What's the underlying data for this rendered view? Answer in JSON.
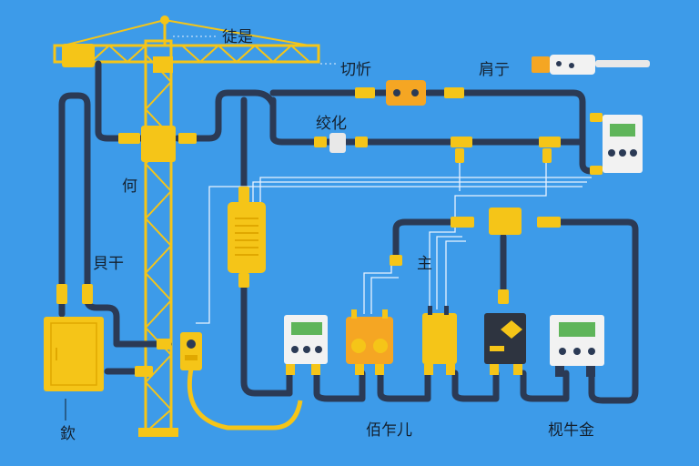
{
  "labels": {
    "top": "徒是",
    "upper_mid": "切忻",
    "upper_right": "肩亍",
    "mid": "绞化",
    "left_mid": "何",
    "left_low": "貝干",
    "center": "主",
    "bottom_left": "欽",
    "bottom_mid": "佰乍儿",
    "bottom_right": "枧牛金"
  },
  "colors": {
    "background": "#3d9be9",
    "crane": "#f5c518",
    "pipe": "#2b3a55",
    "connector": "#f5c518",
    "panel_white": "#f2f2f2",
    "panel_orange": "#f5a623",
    "panel_dark": "#2e3440",
    "screen_green": "#5fb55a",
    "wire": "#e8f2ff"
  }
}
